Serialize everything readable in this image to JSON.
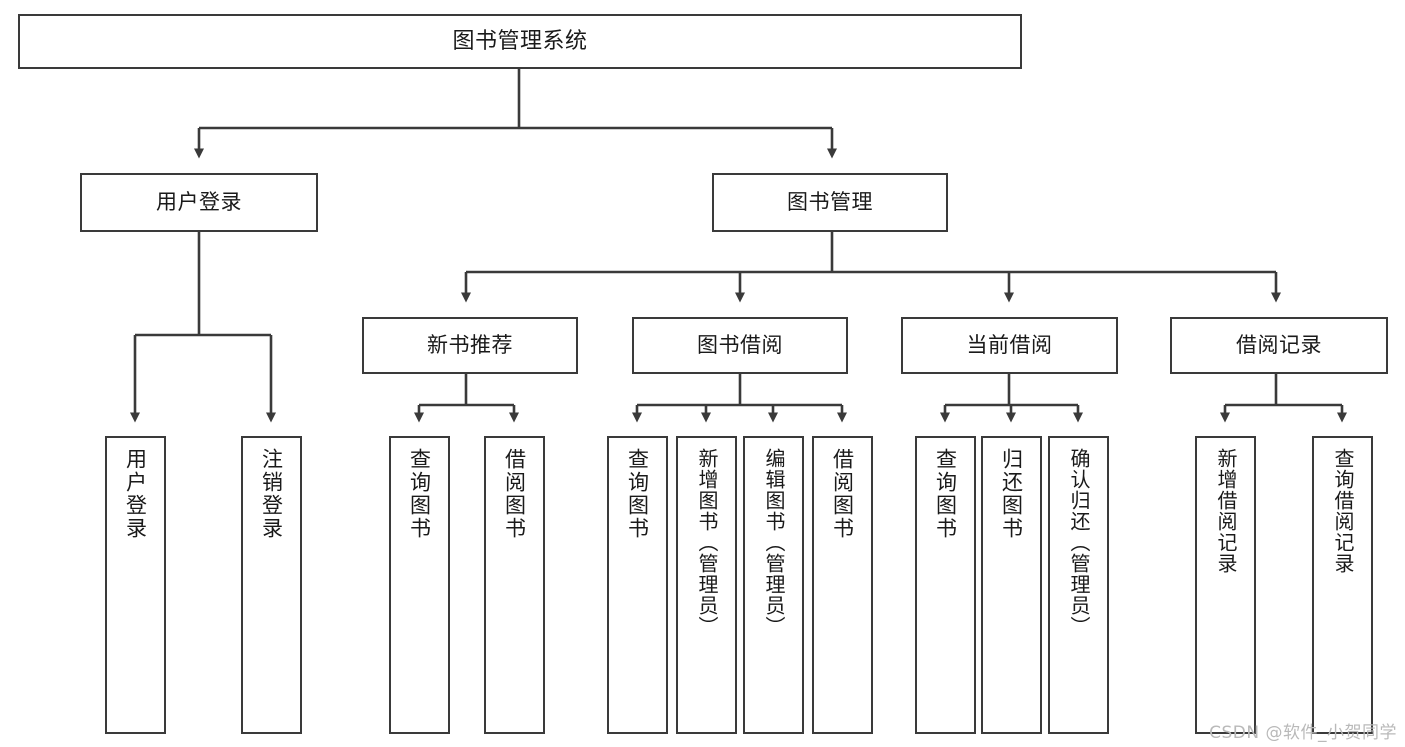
{
  "diagram": {
    "type": "tree-hierarchy-flowchart",
    "title": "图书管理系统",
    "watermark": "CSDN @软件_小贺同学",
    "colors": {
      "box_border": "#3a3a3a",
      "box_fill": "#ffffff",
      "edge": "#3a3a3a",
      "arrow": "#3a3a3a",
      "text": "#1a1a1a",
      "watermark": "#b9b9b9",
      "background": "#ffffff"
    },
    "levels": {
      "level1": "系统根节点",
      "level2": "主模块",
      "level3": "子模块",
      "level4": "功能叶节点"
    },
    "nodes": {
      "root": {
        "label": "图书管理系统"
      },
      "level2": [
        {
          "id": "user-login",
          "label": "用户登录"
        },
        {
          "id": "book-manage",
          "label": "图书管理"
        }
      ],
      "level3": [
        {
          "id": "new-book-recommend",
          "label": "新书推荐"
        },
        {
          "id": "book-borrow",
          "label": "图书借阅"
        },
        {
          "id": "current-borrow",
          "label": "当前借阅"
        },
        {
          "id": "borrow-record",
          "label": "借阅记录"
        }
      ],
      "leaves": {
        "user-login": [
          {
            "id": "leaf-user-login",
            "label": "用户登录"
          },
          {
            "id": "leaf-logout-login",
            "label": "注销登录"
          }
        ],
        "new-book-recommend": [
          {
            "id": "leaf-query-book-1",
            "label": "查询图书"
          },
          {
            "id": "leaf-borrow-book-1",
            "label": "借阅图书"
          }
        ],
        "book-borrow": [
          {
            "id": "leaf-query-book-2",
            "label": "查询图书"
          },
          {
            "id": "leaf-add-book",
            "label": "新增图书（管理员）"
          },
          {
            "id": "leaf-edit-book",
            "label": "编辑图书（管理员）"
          },
          {
            "id": "leaf-borrow-book-2",
            "label": "借阅图书"
          }
        ],
        "current-borrow": [
          {
            "id": "leaf-query-book-3",
            "label": "查询图书"
          },
          {
            "id": "leaf-return-book",
            "label": "归还图书"
          },
          {
            "id": "leaf-confirm-return",
            "label": "确认归还（管理员）"
          }
        ],
        "borrow-record": [
          {
            "id": "leaf-add-record",
            "label": "新增借阅记录"
          },
          {
            "id": "leaf-query-record",
            "label": "查询借阅记录"
          }
        ]
      }
    }
  }
}
